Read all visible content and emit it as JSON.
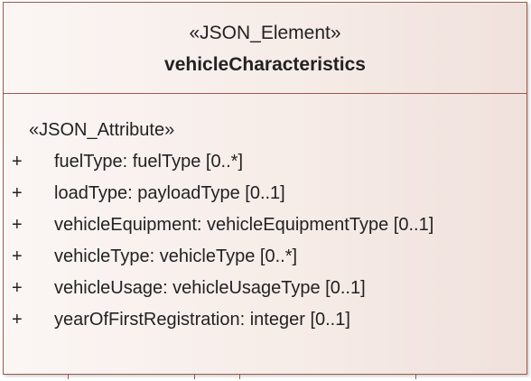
{
  "class": {
    "stereotype": "«JSON_Element»",
    "name": "vehicleCharacteristics"
  },
  "attributes": {
    "stereotype": "«JSON_Attribute»",
    "items": [
      {
        "visibility": "+",
        "text": "fuelType: fuelType [0..*]"
      },
      {
        "visibility": "+",
        "text": "loadType: payloadType [0..1]"
      },
      {
        "visibility": "+",
        "text": "vehicleEquipment: vehicleEquipmentType [0..1]"
      },
      {
        "visibility": "+",
        "text": "vehicleType: vehicleType [0..*]"
      },
      {
        "visibility": "+",
        "text": "vehicleUsage: vehicleUsageType [0..1]"
      },
      {
        "visibility": "+",
        "text": "yearOfFirstRegistration: integer [0..1]"
      }
    ]
  },
  "colors": {
    "border": "#9a5a4a",
    "fill_light": "#fbf6f4",
    "fill_dark": "#f0e1dc",
    "text": "#222222"
  }
}
